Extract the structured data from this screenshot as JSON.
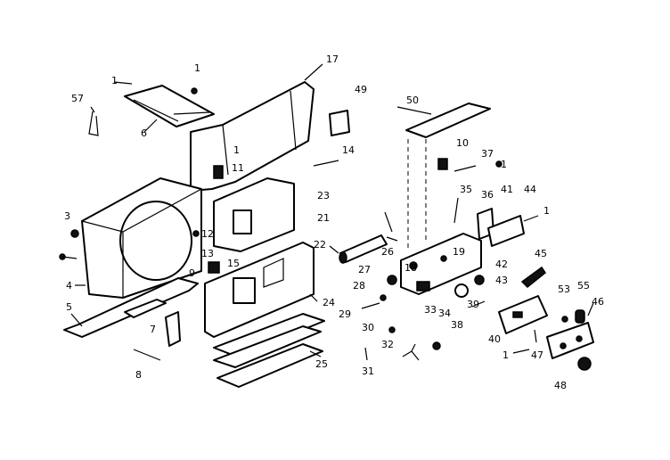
{
  "callouts": [
    "1",
    "1",
    "57",
    "6",
    "17",
    "49",
    "50",
    "10",
    "37",
    "1",
    "11",
    "1",
    "14",
    "3",
    "23",
    "35",
    "36",
    "41",
    "44",
    "1",
    "4",
    "13",
    "12",
    "15",
    "21",
    "22",
    "26",
    "18",
    "19",
    "42",
    "45",
    "9",
    "28",
    "27",
    "33",
    "34",
    "43",
    "53",
    "55",
    "46",
    "5",
    "7",
    "29",
    "30",
    "24",
    "25",
    "32",
    "31",
    "8",
    "38",
    "39",
    "40",
    "1",
    "47",
    "48"
  ]
}
